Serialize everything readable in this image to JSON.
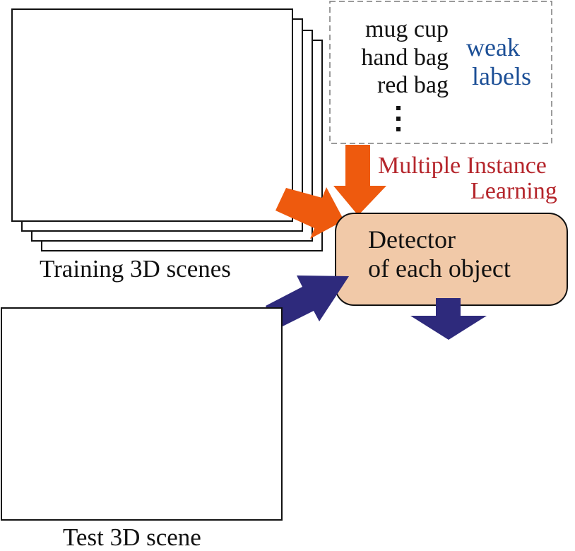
{
  "training": {
    "caption": "Training 3D scenes"
  },
  "weak_labels": {
    "items": [
      "mug cup",
      "hand bag",
      "red bag"
    ],
    "ellipsis": "⋮",
    "tag_line1": "weak",
    "tag_line2": "labels"
  },
  "mil": {
    "line1": "Multiple Instance",
    "line2": "Learning"
  },
  "detector": {
    "line1": "Detector",
    "line2": "of each object"
  },
  "test": {
    "caption": "Test 3D scene"
  },
  "colors": {
    "orange_arrow": "#ee5a0e",
    "navy_arrow": "#2e2a7c",
    "detector_fill": "#f1c9a8",
    "mil_text": "#b5262c",
    "weak_text": "#1c4f96",
    "border": "#111111",
    "dashed_border": "#7a7a7a"
  }
}
